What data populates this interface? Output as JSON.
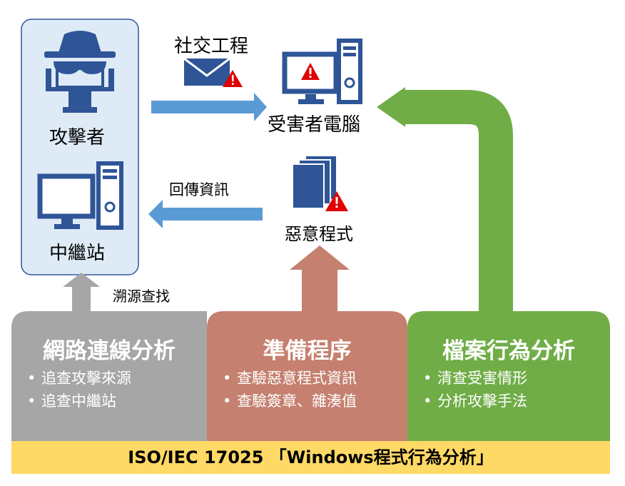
{
  "labels": {
    "attacker": "攻擊者",
    "relay": "中繼站",
    "social_engineering": "社交工程",
    "victim_pc": "受害者電腦",
    "callback": "回傳資訊",
    "malware": "惡意程式",
    "trace_source": "溯源查找"
  },
  "columns": [
    {
      "title": "網路連線分析",
      "items": [
        "追查攻擊來源",
        "追查中繼站"
      ]
    },
    {
      "title": "準備程序",
      "items": [
        "查驗惡意程式資訊",
        "查驗簽章、雜湊值"
      ]
    },
    {
      "title": "檔案行為分析",
      "items": [
        "清查受害情形",
        "分析攻擊手法"
      ]
    }
  ],
  "banner": "ISO/IEC 17025 「Windows程式行為分析」",
  "colors": {
    "blue_icon": "#2f5597",
    "arrow_blue": "#5b9bd5",
    "panel_bg": "#deebf7",
    "gray": "#a6a6a6",
    "brown": "#c5806f",
    "green": "#70ad47",
    "yellow": "#ffd966",
    "warning_red": "#e00000"
  },
  "icons": [
    "spy-icon",
    "monitor-icon",
    "tower-icon",
    "envelope-icon",
    "warning-icon",
    "document-stack-icon"
  ]
}
